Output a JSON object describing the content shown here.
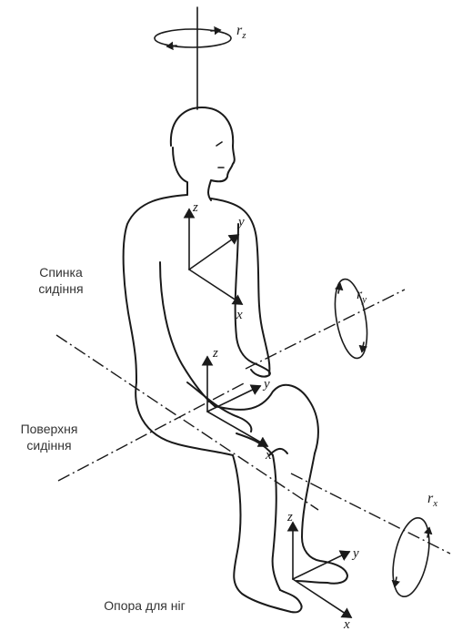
{
  "labels": {
    "seat_back": [
      "Спинка",
      "сидіння"
    ],
    "seat_surface": [
      "Поверхня",
      "сидіння"
    ],
    "foot_rest": "Опора для ніг"
  },
  "axes": {
    "z": "z",
    "y": "y",
    "x": "x"
  },
  "rotations": {
    "vertical": {
      "symbol": "r",
      "sub": "z"
    },
    "lateral": {
      "symbol": "r",
      "sub": "y"
    },
    "longitudinal": {
      "symbol": "r",
      "sub": "x"
    }
  },
  "colors": {
    "ink": "#1a1a1a",
    "label_text": "#333333",
    "background": "#ffffff"
  }
}
